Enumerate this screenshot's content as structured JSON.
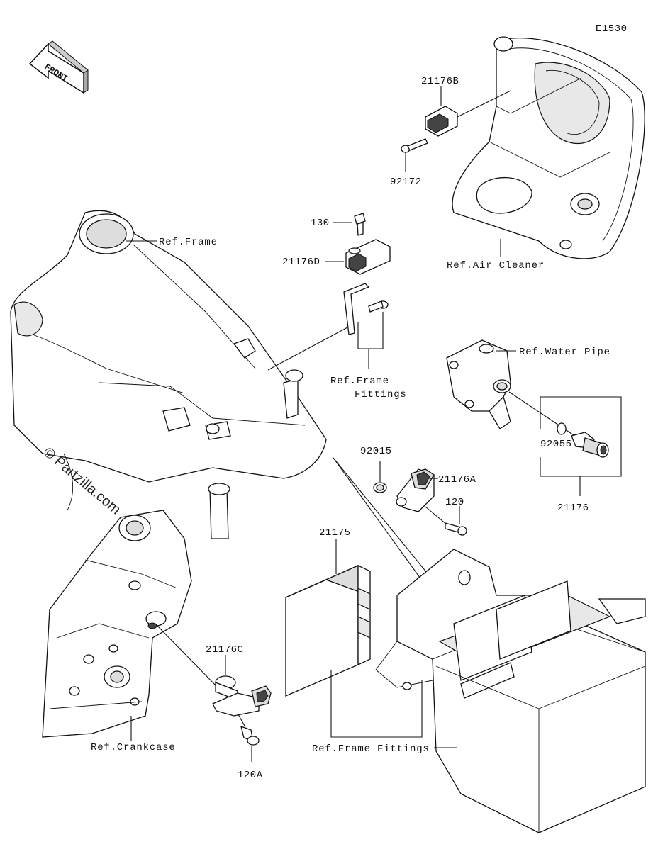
{
  "diagram_code": "E1530",
  "front_badge": "FRONT",
  "watermark": "© Partzilla.com",
  "parts": {
    "p21176B": "21176B",
    "p92172": "92172",
    "p130": "130",
    "p21176D": "21176D",
    "p92015": "92015",
    "p21176A": "21176A",
    "p120": "120",
    "p92055": "92055",
    "p21176": "21176",
    "p21175": "21175",
    "p21176C": "21176C",
    "p120A": "120A"
  },
  "refs": {
    "frame": "Ref.Frame",
    "air_cleaner": "Ref.Air Cleaner",
    "water_pipe": "Ref.Water Pipe",
    "frame_fittings_1": "Ref.Frame",
    "frame_fittings_2": "Fittings",
    "crankcase": "Ref.Crankcase",
    "frame_fittings_bottom": "Ref.Frame Fittings"
  }
}
